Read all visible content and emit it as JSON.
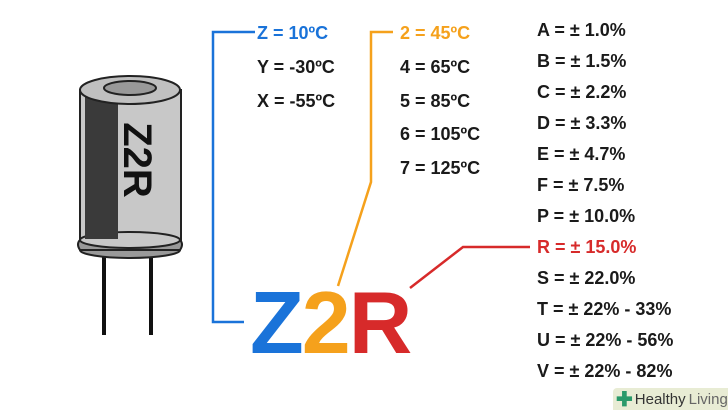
{
  "capacitor_label": "Z2R",
  "low_temp": [
    {
      "text": "Z = 10ºC",
      "highlight": true
    },
    {
      "text": "Y = -30ºC"
    },
    {
      "text": "X = -55ºC"
    }
  ],
  "high_temp": [
    {
      "text": "2 = 45ºC",
      "highlight": true
    },
    {
      "text": "4 = 65ºC"
    },
    {
      "text": "5 = 85ºC"
    },
    {
      "text": "6 = 105ºC"
    },
    {
      "text": "7 = 125ºC"
    }
  ],
  "tolerance": [
    "A = ± 1.0%",
    "B = ± 1.5%",
    "C = ± 2.2%",
    "D = ± 3.3%",
    "E = ± 4.7%",
    "F = ± 7.5%",
    "P = ± 10.0%",
    "R = ± 15.0%",
    "S = ± 22.0%",
    "T = ± 22% - 33%",
    "U = ± 22% - 56%",
    "V = ± 22% - 82%"
  ],
  "code": {
    "c1": "Z",
    "c2": "2",
    "c3": "R"
  },
  "logo": {
    "word1": "Healthy",
    "word2": "Living"
  },
  "colors": {
    "blue": "#1a73d9",
    "orange": "#f5a11c",
    "red": "#d72a2a"
  }
}
